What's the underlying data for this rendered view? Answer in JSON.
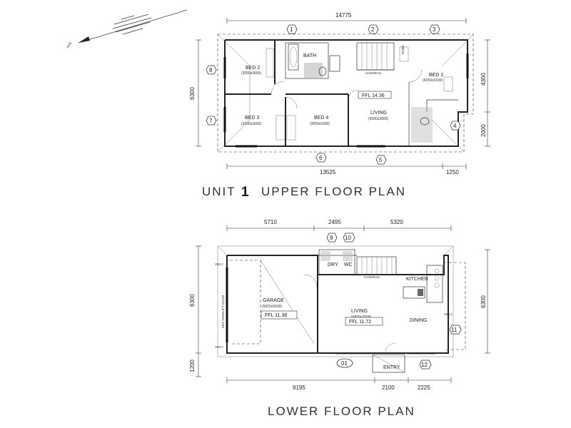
{
  "north_label": "NNE",
  "upper": {
    "title_prefix": "UNIT",
    "title_number": "1",
    "title_suffix": "UPPER FLOOR PLAN",
    "dim_top": "14775",
    "dim_bottom_main": "13525",
    "dim_bottom_right": "1250",
    "dim_left": "6300",
    "dim_right_top": "4300",
    "dim_right_bottom": "2000",
    "markers": [
      "1",
      "2",
      "3",
      "4",
      "5",
      "6",
      "7",
      "8"
    ],
    "rooms": {
      "bed2": {
        "name": "BED 2",
        "size": "(3050x3600)"
      },
      "bath": {
        "name": "BATH"
      },
      "bed1": {
        "name": "BED 1",
        "size": "(4150x3100)"
      },
      "bed3": {
        "name": "BED 3",
        "size": "(3000x3600)"
      },
      "bed4": {
        "name": "BED 4",
        "size": "(3000x3300)"
      },
      "living": {
        "name": "LIVING",
        "size": "(5000x3800)"
      }
    },
    "ffl": "FFL 14.36",
    "handrail": "HANDRAIL",
    "robe": "ROBE"
  },
  "lower": {
    "title": "LOWER FLOOR PLAN",
    "dim_top": [
      "5710",
      "2495",
      "5320"
    ],
    "dim_bottom": [
      "9195",
      "2100",
      "2225"
    ],
    "dim_left_main": "6300",
    "dim_left_bottom": "1200",
    "dim_right": "6300",
    "markers": [
      "9",
      "10",
      "11",
      "12",
      "01"
    ],
    "rooms": {
      "garage": {
        "name": "GARAGE",
        "size": "(5820x5500)"
      },
      "living": {
        "name": "LIVING",
        "size": "(4820x7500)"
      },
      "kitchen": {
        "name": "KITCHEN"
      },
      "dining": {
        "name": "DINING"
      },
      "entry": {
        "name": "ENTRY"
      },
      "dry": {
        "name": "DRY"
      },
      "wc": {
        "name": "WC"
      }
    },
    "ffl_garage": "FFL 11.38",
    "ffl_living": "FFL 11.72",
    "vbcj": "VBCJ",
    "garage_door": "ZEG PANELIFT DOOR",
    "handrail": "HANDRAIL"
  }
}
